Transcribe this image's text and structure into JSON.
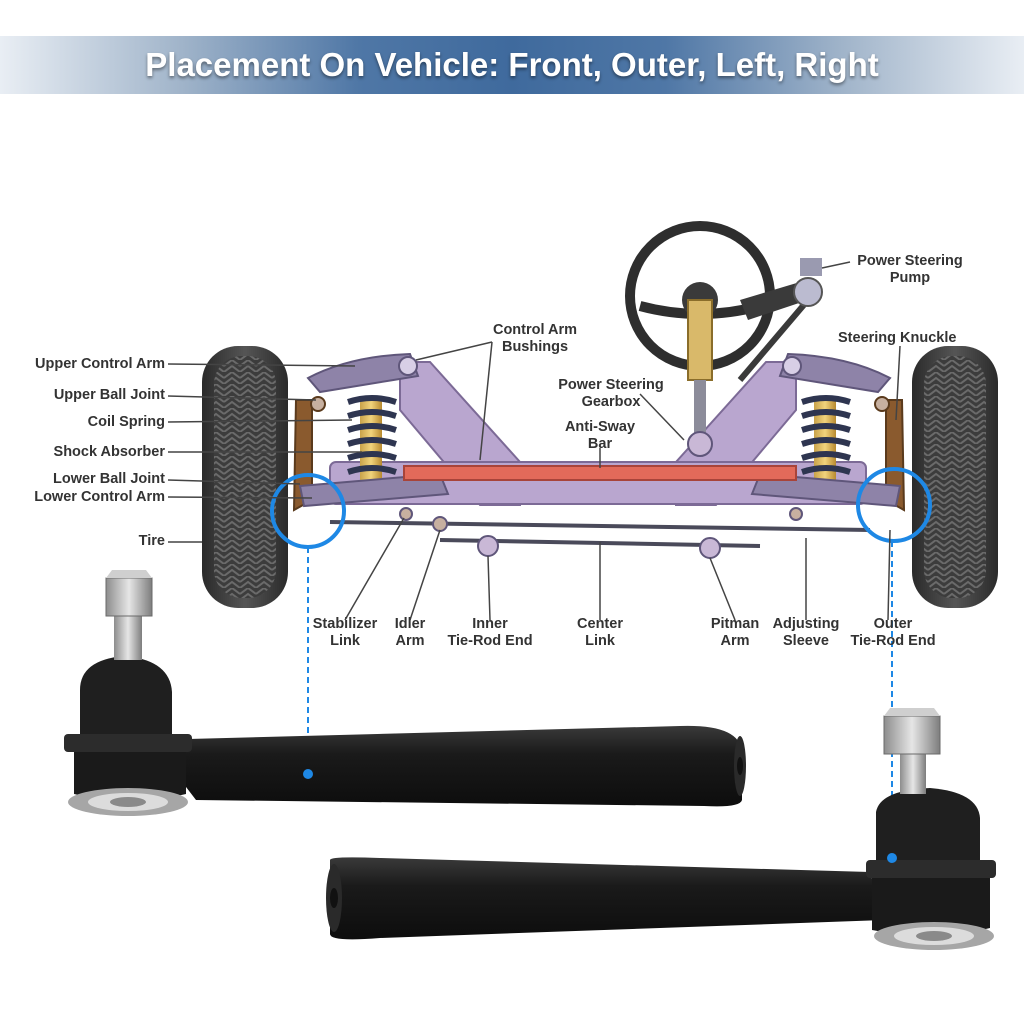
{
  "banner": {
    "title": "Placement On Vehicle: Front, Outer, Left, Right"
  },
  "labels": {
    "upper_control_arm": "Upper Control Arm",
    "upper_ball_joint": "Upper Ball Joint",
    "coil_spring": "Coil Spring",
    "shock_absorber": "Shock Absorber",
    "lower_ball_joint": "Lower Ball Joint",
    "lower_control_arm": "Lower Control Arm",
    "tire": "Tire",
    "control_arm_bushings": [
      "Control Arm",
      "Bushings"
    ],
    "power_steering_gearbox": [
      "Power Steering",
      "Gearbox"
    ],
    "anti_sway_bar": [
      "Anti-Sway",
      "Bar"
    ],
    "power_steering_pump": [
      "Power Steering",
      "Pump"
    ],
    "steering_knuckle": "Steering Knuckle",
    "stabilizer_link": [
      "Stabilizer",
      "Link"
    ],
    "idler_arm": [
      "Idler",
      "Arm"
    ],
    "inner_tie_rod_end": [
      "Inner",
      "Tie-Rod End"
    ],
    "center_link": [
      "Center",
      "Link"
    ],
    "pitman_arm": [
      "Pitman",
      "Arm"
    ],
    "adjusting_sleeve": [
      "Adjusting",
      "Sleeve"
    ],
    "outer_tie_rod_end": [
      "Outer",
      "Tie-Rod End"
    ]
  },
  "colors": {
    "banner_blue": "#3f6a9d",
    "highlight_blue": "#1e88e5",
    "frame_purple": "#b9a6cf",
    "sway_bar_red": "#e26a5a",
    "part_black": "#1c1c1c"
  }
}
